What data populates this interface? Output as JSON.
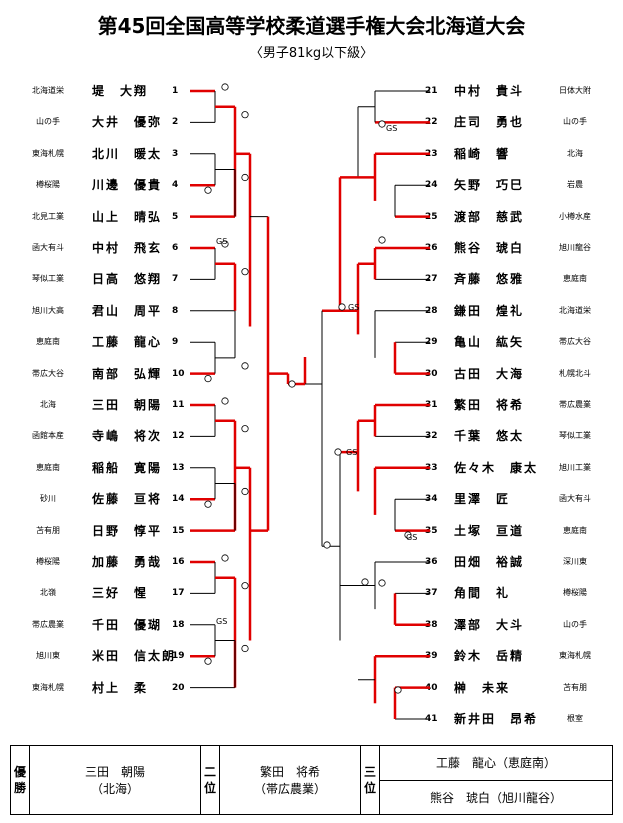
{
  "title": "第45回全国高等学校柔道選手権大会北海道大会",
  "subtitle": "〈男子81kg以下級〉",
  "left": [
    {
      "no": "1",
      "school": "北海道栄",
      "name": "堤　大翔"
    },
    {
      "no": "2",
      "school": "山の手",
      "name": "大井　優弥"
    },
    {
      "no": "3",
      "school": "東海札幌",
      "name": "北川　暖太"
    },
    {
      "no": "4",
      "school": "樽桜陽",
      "name": "川邊　優貴"
    },
    {
      "no": "5",
      "school": "北見工業",
      "name": "山上　晴弘"
    },
    {
      "no": "6",
      "school": "函大有斗",
      "name": "中村　飛玄"
    },
    {
      "no": "7",
      "school": "琴似工業",
      "name": "日高　悠翔"
    },
    {
      "no": "8",
      "school": "旭川大高",
      "name": "君山　周平"
    },
    {
      "no": "9",
      "school": "恵庭南",
      "name": "工藤　龍心"
    },
    {
      "no": "10",
      "school": "帯広大谷",
      "name": "南部　弘輝"
    },
    {
      "no": "11",
      "school": "北海",
      "name": "三田　朝陽"
    },
    {
      "no": "12",
      "school": "函館本産",
      "name": "寺嶋　将次"
    },
    {
      "no": "13",
      "school": "恵庭南",
      "name": "稲船　寛陽"
    },
    {
      "no": "14",
      "school": "砂川",
      "name": "佐藤　亘将"
    },
    {
      "no": "15",
      "school": "苫有朋",
      "name": "日野　惇平"
    },
    {
      "no": "16",
      "school": "樽桜陽",
      "name": "加藤　勇哉"
    },
    {
      "no": "17",
      "school": "北嶺",
      "name": "三好　惺"
    },
    {
      "no": "18",
      "school": "帯広農業",
      "name": "千田　優瑚"
    },
    {
      "no": "19",
      "school": "旭川東",
      "name": "米田　信太朗"
    },
    {
      "no": "20",
      "school": "東海札幌",
      "name": "村上　柔"
    }
  ],
  "right": [
    {
      "no": "21",
      "school": "日体大附",
      "name": "中村　貴斗"
    },
    {
      "no": "22",
      "school": "山の手",
      "name": "庄司　勇也"
    },
    {
      "no": "23",
      "school": "北海",
      "name": "稲崎　響"
    },
    {
      "no": "24",
      "school": "岩農",
      "name": "矢野　巧巳"
    },
    {
      "no": "25",
      "school": "小樽水産",
      "name": "渡部　慈武"
    },
    {
      "no": "26",
      "school": "旭川龍谷",
      "name": "熊谷　琥白"
    },
    {
      "no": "27",
      "school": "恵庭南",
      "name": "斉藤　悠雅"
    },
    {
      "no": "28",
      "school": "北海道栄",
      "name": "鎌田　煌礼"
    },
    {
      "no": "29",
      "school": "帯広大谷",
      "name": "亀山　紘矢"
    },
    {
      "no": "30",
      "school": "札幌北斗",
      "name": "古田　大海"
    },
    {
      "no": "31",
      "school": "帯広農業",
      "name": "繁田　将希"
    },
    {
      "no": "32",
      "school": "琴似工業",
      "name": "千葉　悠太"
    },
    {
      "no": "33",
      "school": "旭川工業",
      "name": "佐々木　康太"
    },
    {
      "no": "34",
      "school": "函大有斗",
      "name": "里澤　匠"
    },
    {
      "no": "35",
      "school": "恵庭南",
      "name": "土塚　亘道"
    },
    {
      "no": "36",
      "school": "深川東",
      "name": "田畑　裕誠"
    },
    {
      "no": "37",
      "school": "樽桜陽",
      "name": "角間　礼"
    },
    {
      "no": "38",
      "school": "山の手",
      "name": "澤部　大斗"
    },
    {
      "no": "39",
      "school": "東海札幌",
      "name": "鈴木　岳精"
    },
    {
      "no": "40",
      "school": "苫有朋",
      "name": "榊　未来"
    },
    {
      "no": "41",
      "school": "根室",
      "name": "新井田　昂希"
    }
  ],
  "gs_marks": [
    "GS",
    "GS",
    "GS",
    "GS",
    "GS",
    "GS"
  ],
  "results": {
    "first_label": "優勝",
    "first_name": "三田　朝陽",
    "first_school": "（北海）",
    "second_label": "二位",
    "second_name": "繁田　将希",
    "second_school": "（帯広農業）",
    "third_label": "三位",
    "third_1": "工藤　龍心（恵庭南）",
    "third_2": "熊谷　琥白（旭川龍谷）"
  }
}
